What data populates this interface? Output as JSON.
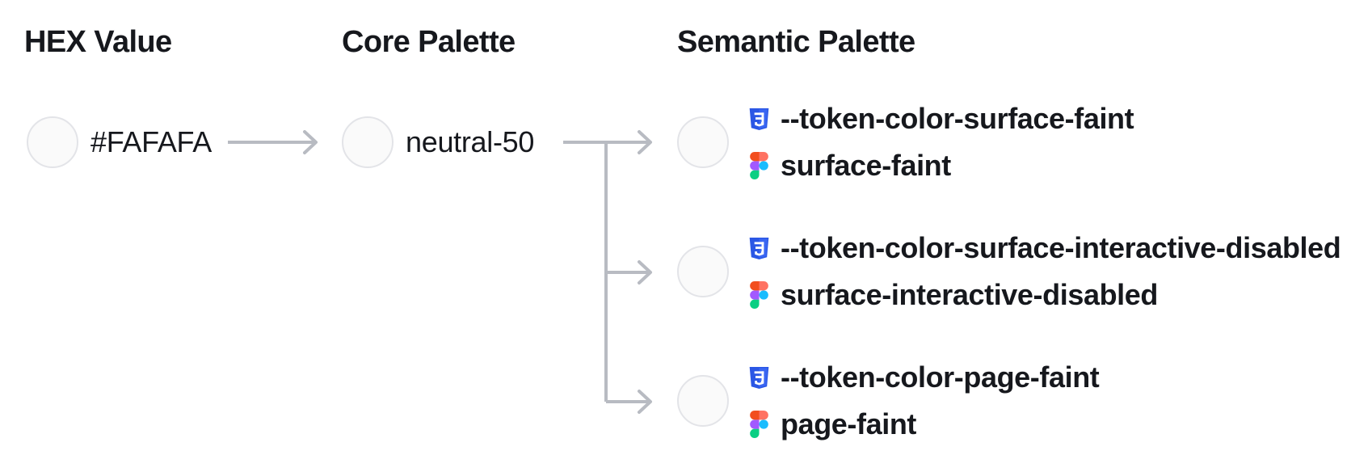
{
  "headers": {
    "hex": "HEX Value",
    "core": "Core Palette",
    "semantic": "Semantic Palette"
  },
  "hex_value": {
    "label": "#FAFAFA",
    "swatch_color": "#FAFAFA"
  },
  "core_palette": {
    "label": "neutral-50",
    "swatch_color": "#FAFAFA"
  },
  "semantic_palette": {
    "tokens": [
      {
        "css_variable": "--token-color-surface-faint",
        "figma_style": "surface-faint",
        "swatch_color": "#FAFAFA"
      },
      {
        "css_variable": "--token-color-surface-interactive-disabled",
        "figma_style": "surface-interactive-disabled",
        "swatch_color": "#FAFAFA"
      },
      {
        "css_variable": "--token-color-page-faint",
        "figma_style": "page-faint",
        "swatch_color": "#FAFAFA"
      }
    ]
  },
  "icons": {
    "css": "css3-shield-icon",
    "figma": "figma-logo-icon"
  },
  "colors": {
    "text": "#16181D",
    "arrow": "#B8BBC2",
    "swatch_fill": "#FAFAFA",
    "swatch_border": "#E3E4E8",
    "css_icon_blue": "#2B57E5",
    "css_icon_blue_light": "#3A66F2",
    "figma_orange": "#F24E1E",
    "figma_salmon": "#FF7262",
    "figma_purple": "#A259FF",
    "figma_blue": "#1ABCFE",
    "figma_green": "#0ACF83"
  }
}
